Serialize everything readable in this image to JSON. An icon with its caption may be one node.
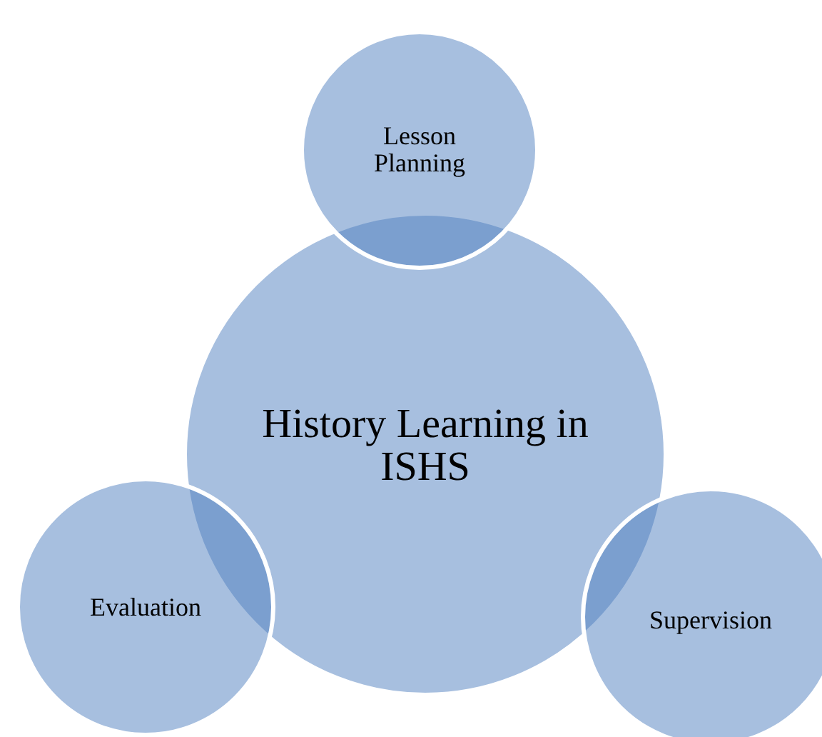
{
  "diagram": {
    "nodes": [
      {
        "text": [
          "History Learning in ISHS"
        ]
      },
      {
        "text": [
          "Lesson Planning"
        ]
      },
      {
        "text": [
          "Evaluation"
        ]
      },
      {
        "text": [
          "Supervision"
        ]
      }
    ],
    "edges": []
  }
}
